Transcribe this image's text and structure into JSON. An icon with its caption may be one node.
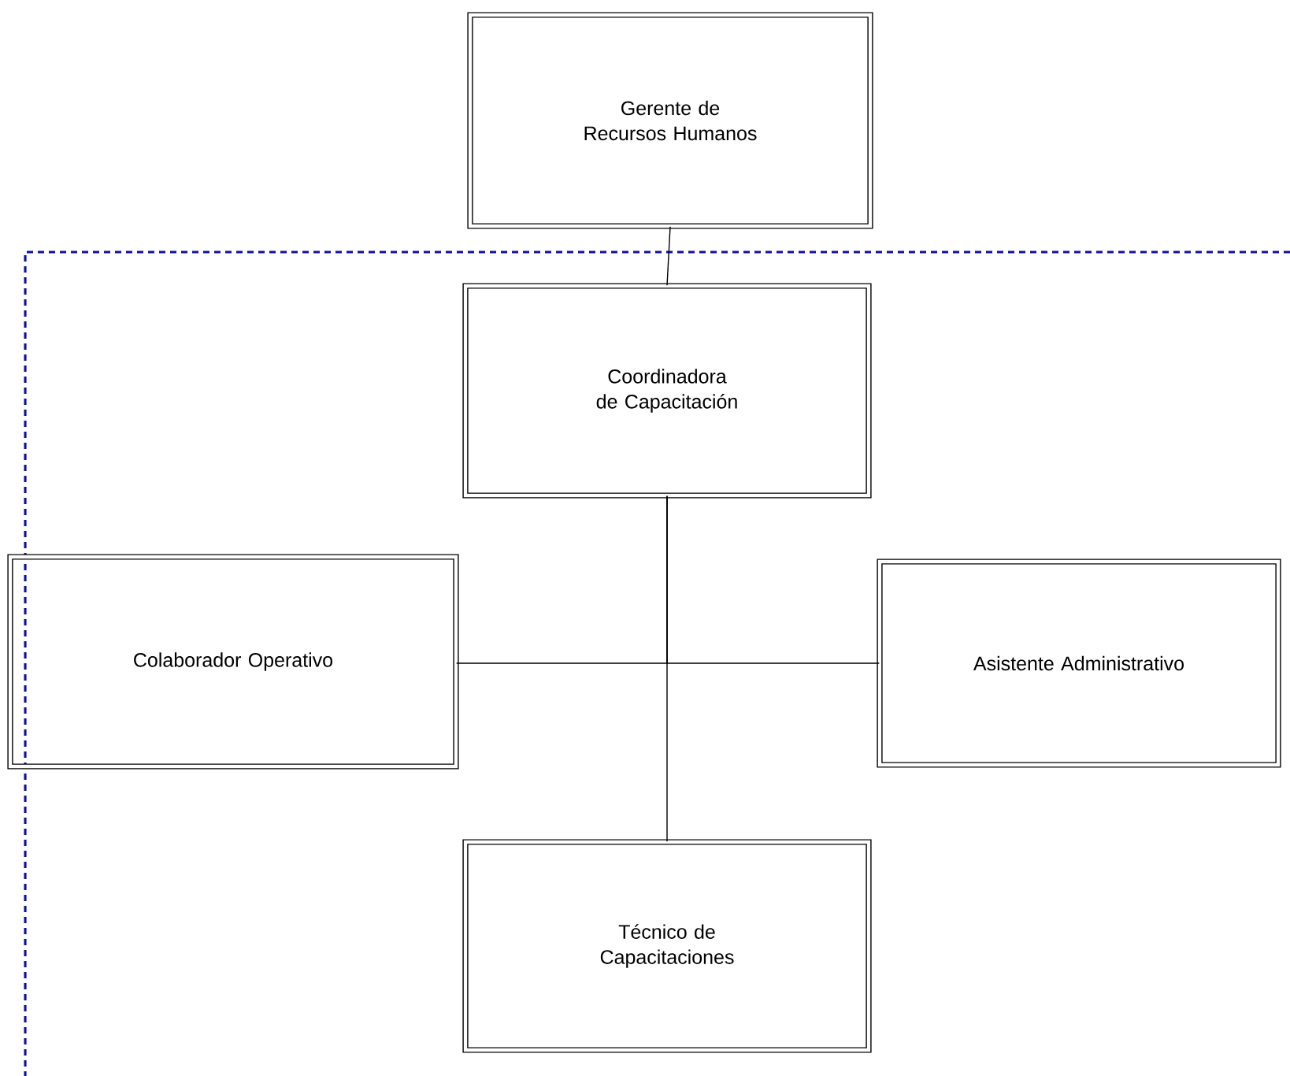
{
  "diagram": {
    "nodes": [
      {
        "text": [
          "Gerente de Recursos Humanos"
        ]
      },
      {
        "text": [
          "Coordinadora de Capacitación"
        ]
      },
      {
        "text": [
          "Colaborador Operativo"
        ]
      },
      {
        "text": [
          "Asistente Administrativo"
        ]
      },
      {
        "text": [
          "Técnico de Capacitaciones"
        ]
      }
    ],
    "edges": [
      {
        "from": 0,
        "to": 1,
        "arrow": "none"
      },
      {
        "from": 1,
        "to": 2,
        "arrow": "none"
      },
      {
        "from": 1,
        "to": 3,
        "arrow": "none"
      },
      {
        "from": 1,
        "to": 4,
        "arrow": "none"
      }
    ]
  }
}
